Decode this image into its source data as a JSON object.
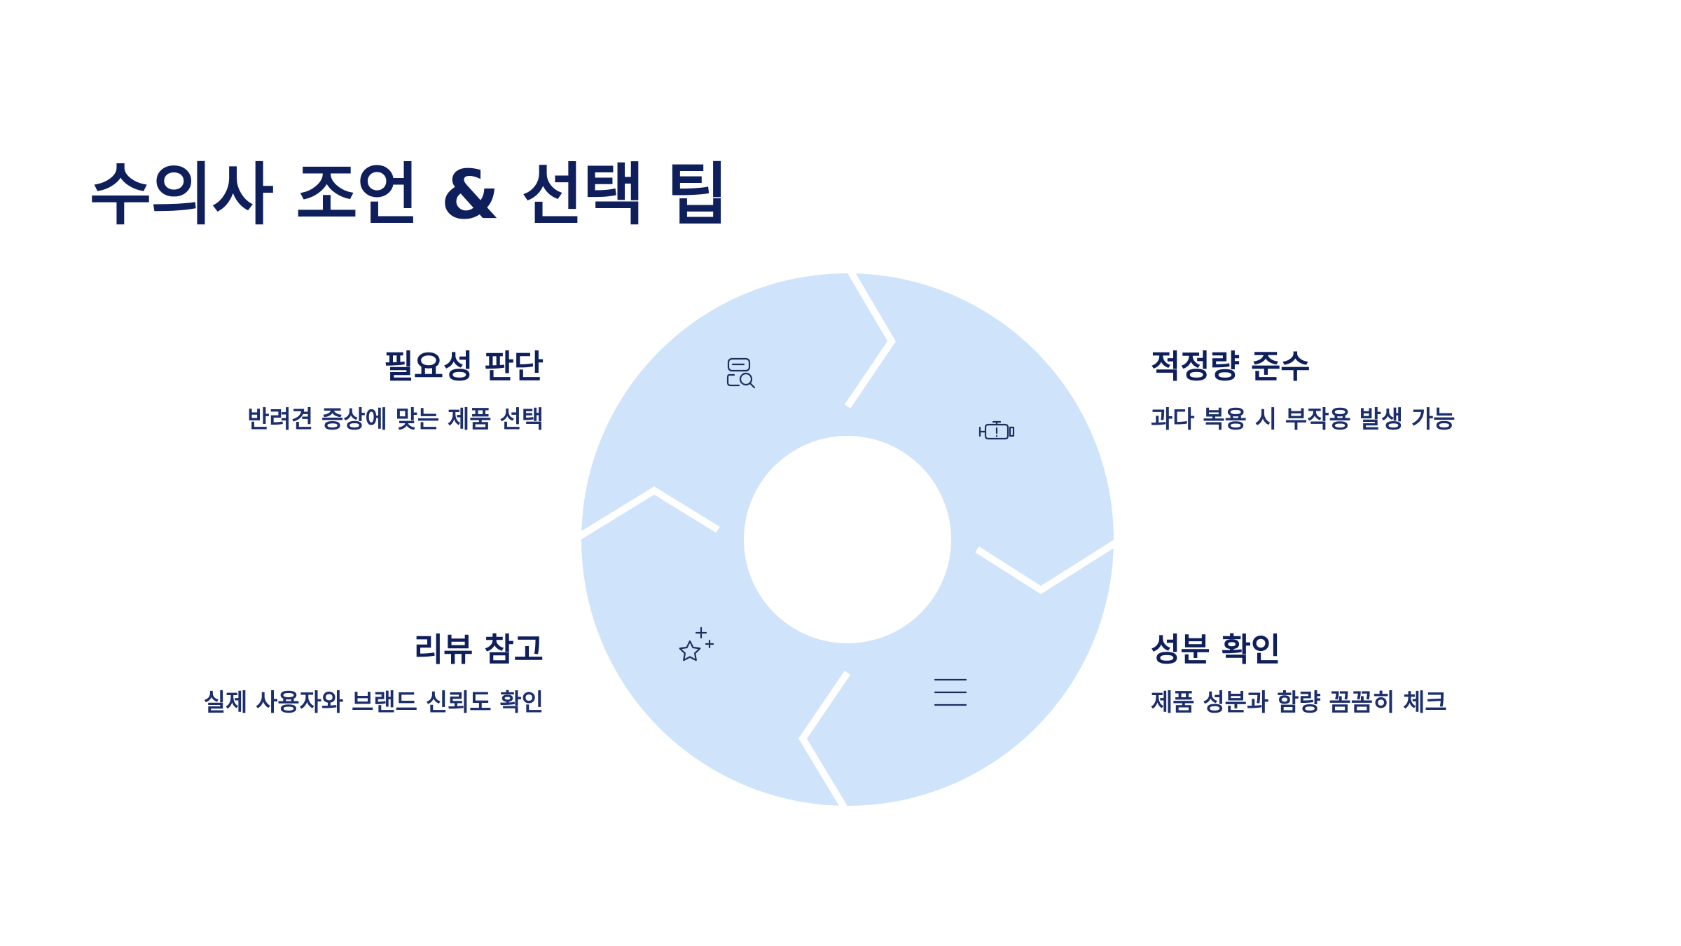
{
  "title": "수의사 조언 & 선택 팁",
  "colors": {
    "title": "#0f1f5c",
    "text": "#1c2e6b",
    "segment_fill": "#cfe4fb",
    "separator": "#ffffff",
    "icon": "#1e2d5e"
  },
  "items": [
    {
      "position": "top-left",
      "title": "필요성 판단",
      "description": "반려견 증상에 맞는 제품 선택",
      "icon": "search-document-icon"
    },
    {
      "position": "top-right",
      "title": "적정량 준수",
      "description": "과다 복용 시 부작용 발생 가능",
      "icon": "engine-warning-icon"
    },
    {
      "position": "bottom-left",
      "title": "리뷰 참고",
      "description": "실제 사용자와 브랜드 신뢰도 확인",
      "icon": "star-sparkle-icon"
    },
    {
      "position": "bottom-right",
      "title": "성분 확인",
      "description": "제품 성분과 함량 꼼꼼히 체크",
      "icon": "list-lines-icon"
    }
  ]
}
